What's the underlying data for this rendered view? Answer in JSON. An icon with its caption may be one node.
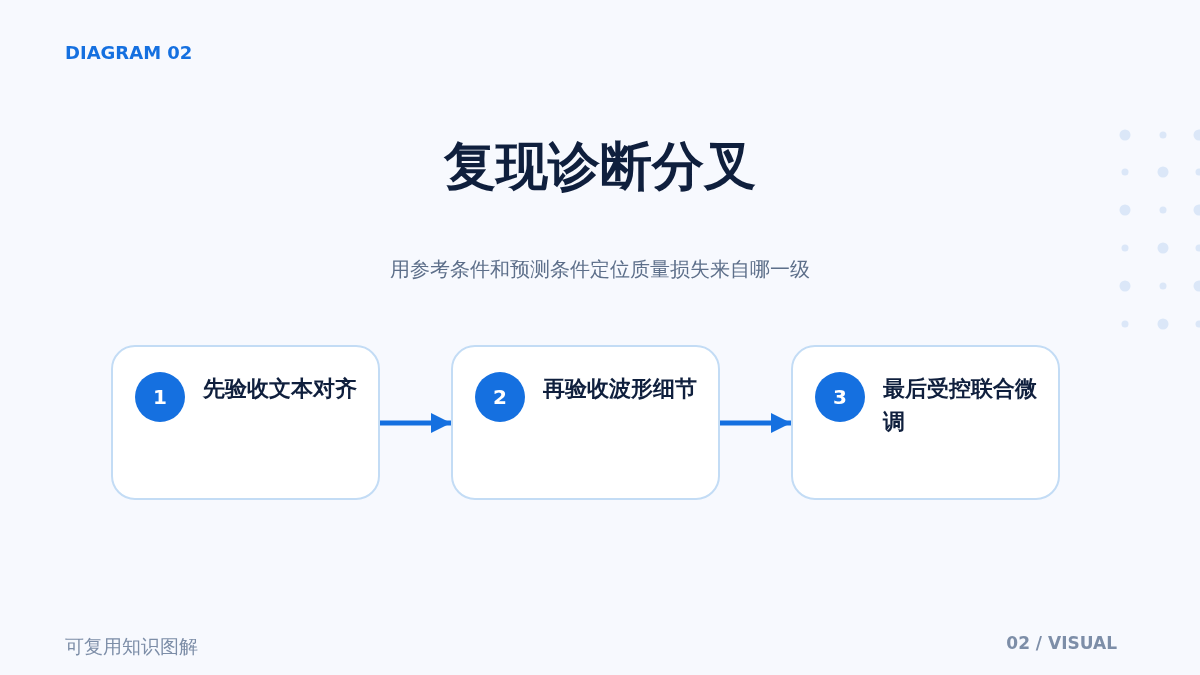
{
  "diagram": {
    "title": "复现诊断分叉",
    "nodes": [
      {
        "text": [
          "1",
          "先验收文本对齐"
        ]
      },
      {
        "text": [
          "2",
          "再验收波形细节"
        ]
      },
      {
        "text": [
          "3",
          "最后受控联合微调"
        ]
      }
    ],
    "edges": [
      {
        "from": 0,
        "to": 1,
        "arrow": "to"
      },
      {
        "from": 1,
        "to": 2,
        "arrow": "to"
      }
    ],
    "labels": [
      "DIAGRAM 02",
      "用参考条件和预测条件定位质量损失来自哪一级",
      "可复用知识图解",
      "02 / VISUAL"
    ]
  }
}
